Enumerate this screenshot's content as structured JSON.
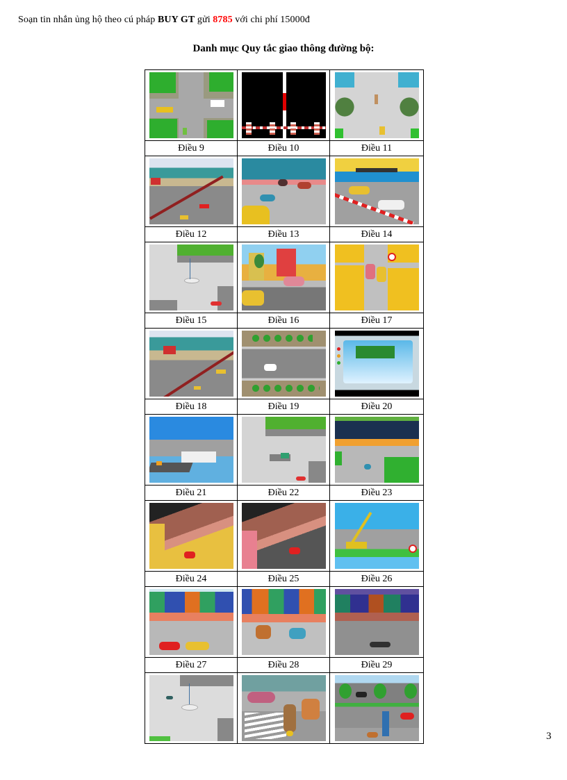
{
  "intro": {
    "prefix": "Soạn tin nhắn ủng hộ theo cú pháp ",
    "syntax": "BUY GT",
    "middle": " gửi ",
    "number": "8785",
    "suffix": " với chi phí  15000đ",
    "accent_color": "#ff0000"
  },
  "heading": "Danh mục  Quy tắc giao thông  đường bộ:",
  "rows": [
    {
      "cells": [
        {
          "label": "Điều  9",
          "scene": "top-down intersection with trees, cars, bus"
        },
        {
          "label": "Điều  10",
          "scene": "black panels with red-white barrier"
        },
        {
          "label": "Điều  11",
          "scene": "intersection with traffic officer and trees"
        }
      ]
    },
    {
      "cells": [
        {
          "label": "Điều  12",
          "scene": "highway with median and red car"
        },
        {
          "label": "Điều  13",
          "scene": "street with motorbikes and yellow taxi"
        },
        {
          "label": "Điều  14",
          "scene": "riverside road with bridge, cars and barrier"
        }
      ]
    },
    {
      "cells": [
        {
          "label": "Điều  15",
          "scene": "intersection with pedestrians"
        },
        {
          "label": "Điều  16",
          "scene": "town street with cars collision"
        },
        {
          "label": "Điều  17",
          "scene": "yellow buildings lane with cars and sign"
        }
      ]
    },
    {
      "cells": [
        {
          "label": "Điều  18",
          "scene": "highway with median and bus"
        },
        {
          "label": "Điều  19",
          "scene": "top-down road with white car and trees"
        },
        {
          "label": "Điều  20",
          "scene": "military truck illustration panel"
        }
      ]
    },
    {
      "cells": [
        {
          "label": "Điều  21",
          "scene": "ferry at mountain coast"
        },
        {
          "label": "Điều  22",
          "scene": "intersection with truck"
        },
        {
          "label": "Điều  23",
          "scene": "train crossing road"
        }
      ]
    },
    {
      "cells": [
        {
          "label": "Điều  24",
          "scene": "yellow tunnel with red car"
        },
        {
          "label": "Điều  25",
          "scene": "gray tunnel road with red car"
        },
        {
          "label": "Điều  26",
          "scene": "crane on mountain road"
        }
      ]
    },
    {
      "cells": [
        {
          "label": "Điều  27",
          "scene": "street with towing cars"
        },
        {
          "label": "Điều  28",
          "scene": "street with motorbikes"
        },
        {
          "label": "Điều  29",
          "scene": "night street with motorbike"
        }
      ]
    },
    {
      "cells": [
        {
          "label": "",
          "scene": "intersection with pedestrian"
        },
        {
          "label": "",
          "scene": "elderly woman crossing at market"
        },
        {
          "label": "",
          "scene": "sidewalk with man, child and dog"
        }
      ]
    }
  ],
  "page_number": "3"
}
